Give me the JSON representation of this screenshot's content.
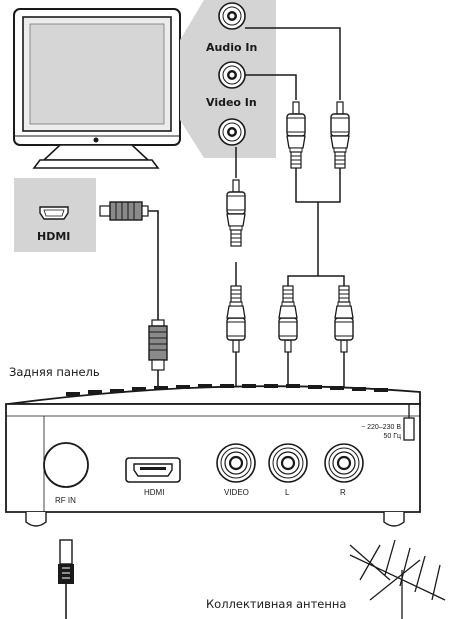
{
  "tv_panel": {
    "audio_in_label": "Audio In",
    "video_in_label": "Video In",
    "hdmi_label": "HDMI"
  },
  "receiver": {
    "rear_panel_label": "Задняя панель",
    "ports": {
      "rf_in": "RF IN",
      "hdmi": "HDMI",
      "video": "VIDEO",
      "left": "L",
      "right": "R"
    },
    "power_line1": "~ 220–230 В",
    "power_line2": "50 Гц"
  },
  "antenna": {
    "label": "Коллективная антенна"
  },
  "colors": {
    "line": "#1a1a1a",
    "panel_gray": "#d4d4d4",
    "plug_fill": "#ffffff"
  }
}
